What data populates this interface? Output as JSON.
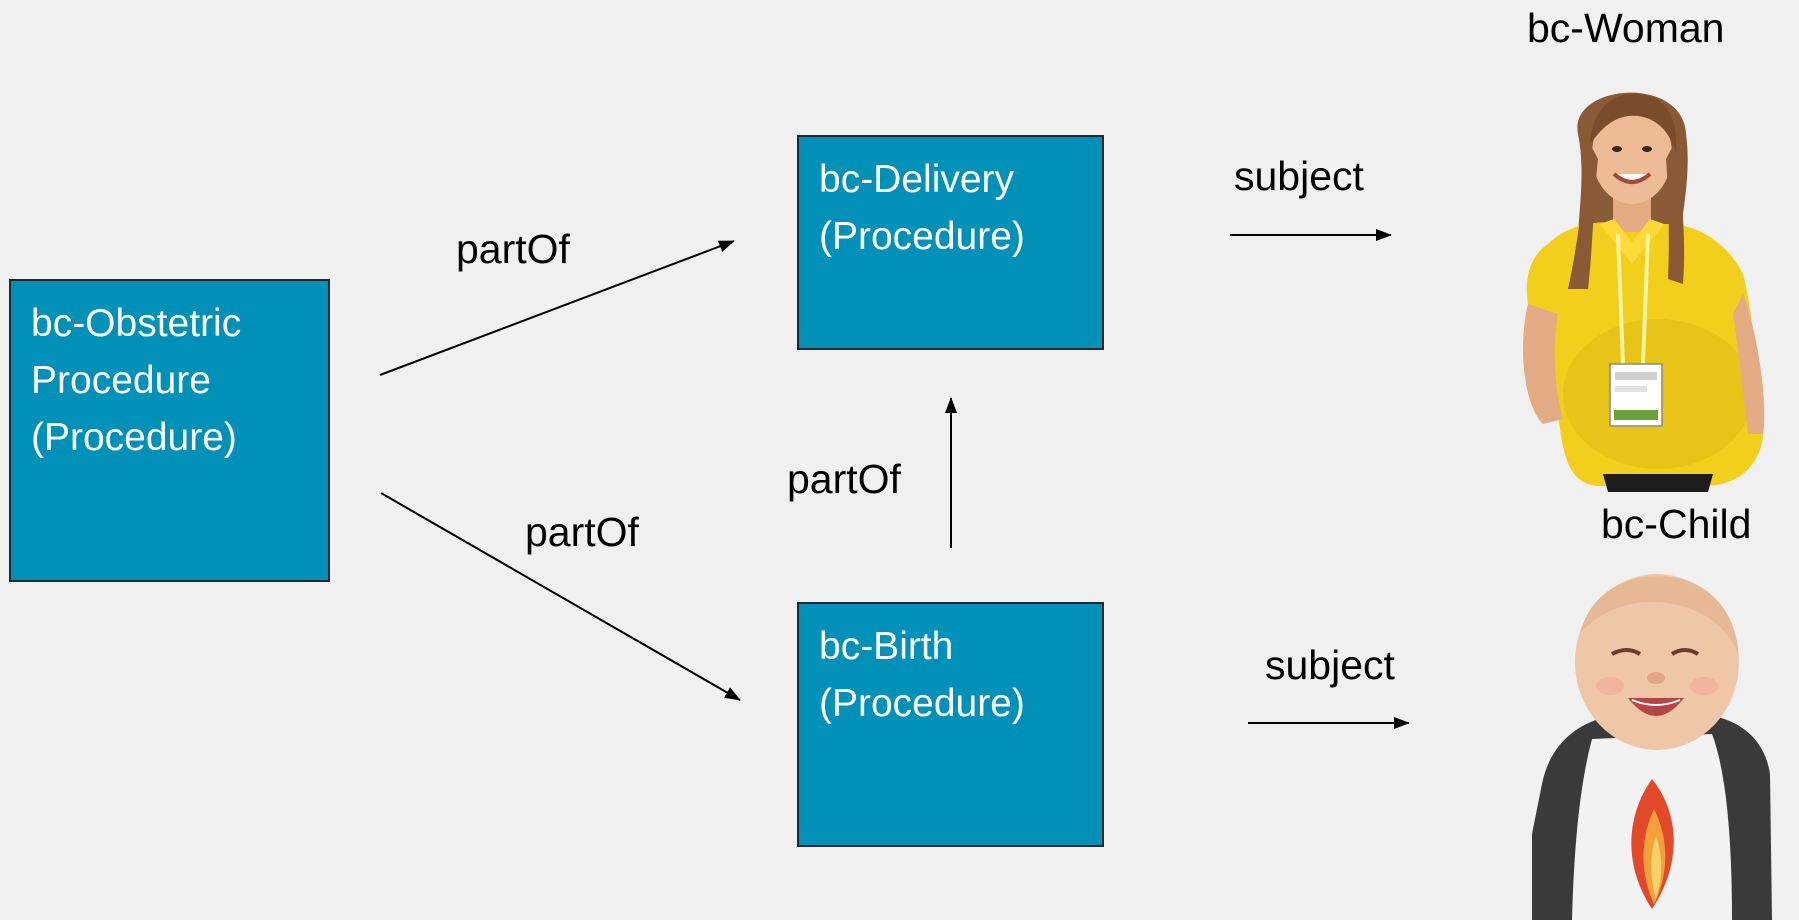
{
  "nodes": {
    "obstetric": {
      "text": "bc-Obstetric\nProcedure\n(Procedure)"
    },
    "delivery": {
      "text": "bc-Delivery\n(Procedure)"
    },
    "birth": {
      "text": "bc-Birth\n(Procedure)"
    }
  },
  "edges": {
    "obstetric_to_delivery": "partOf",
    "obstetric_to_birth": "partOf",
    "birth_to_delivery": "partOf",
    "delivery_subject": "subject",
    "birth_subject": "subject"
  },
  "subjects": {
    "woman": {
      "caption": "bc-Woman",
      "icon": "woman-photo"
    },
    "child": {
      "caption": "bc-Child",
      "icon": "baby-photo"
    }
  },
  "colors": {
    "node_fill": "#0090b8",
    "node_border": "#1f2a30",
    "background": "#f0f0f0"
  }
}
